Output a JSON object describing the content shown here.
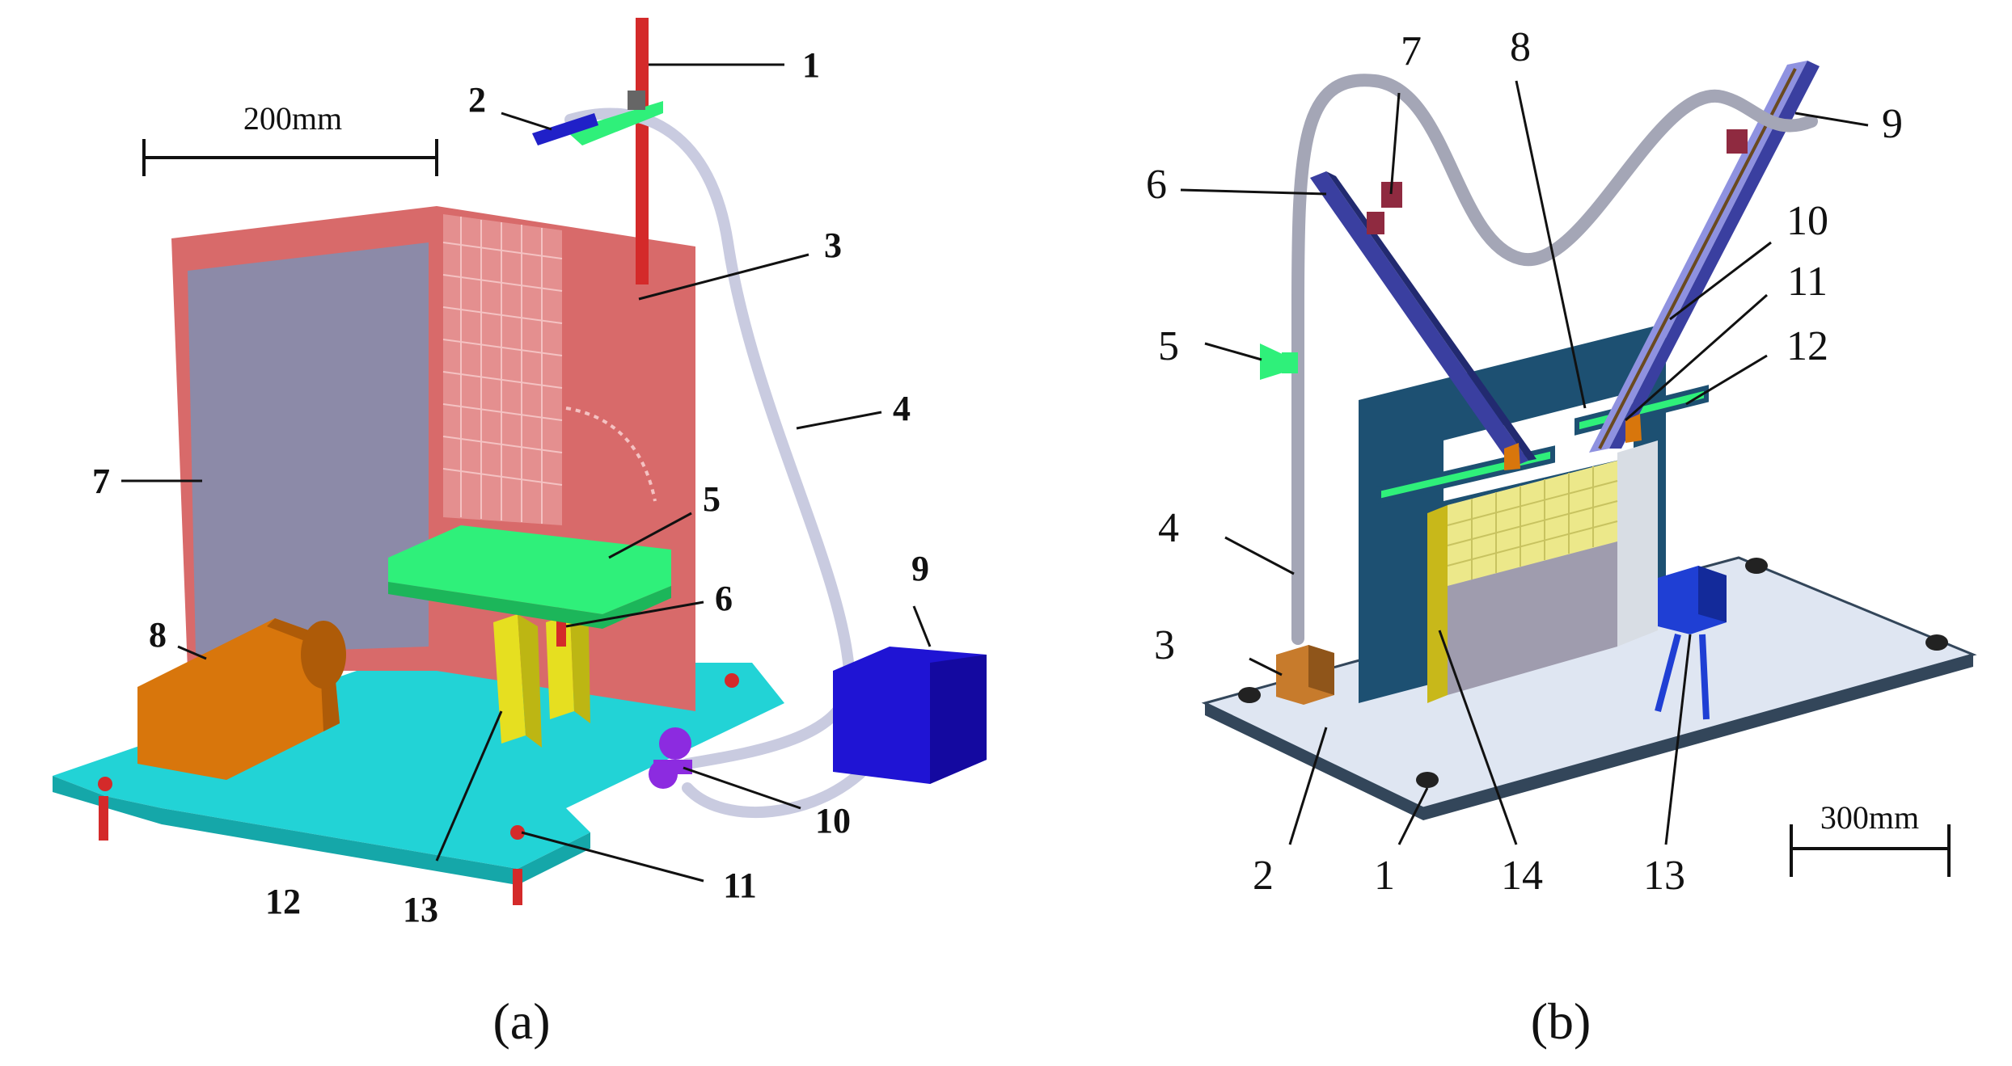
{
  "panel_a": {
    "caption": "(a)",
    "scale_label": "200mm",
    "labels": [
      "1",
      "2",
      "3",
      "4",
      "5",
      "6",
      "7",
      "8",
      "9",
      "10",
      "11",
      "12",
      "13"
    ]
  },
  "panel_b": {
    "caption": "(b)",
    "scale_label": "300mm",
    "labels": [
      "1",
      "2",
      "3",
      "4",
      "5",
      "6",
      "7",
      "8",
      "9",
      "10",
      "11",
      "12",
      "13",
      "14"
    ]
  },
  "colors": {
    "base_plate_a": "#22d3d6",
    "back_wall": "#d86a6a",
    "side_wall": "#8c8aa8",
    "nozzle_board": "#2ff07a",
    "pump_box": "#1f14d4",
    "motor": "#d8760c",
    "support": "#e6df20",
    "rod": "#d42a2a",
    "hose": "#c9cbe0",
    "frame_b": "#1d5072",
    "rail_b": "#3a3fa0",
    "plate_b": "#dfe6f2",
    "mesh_b": "#ece88a"
  }
}
